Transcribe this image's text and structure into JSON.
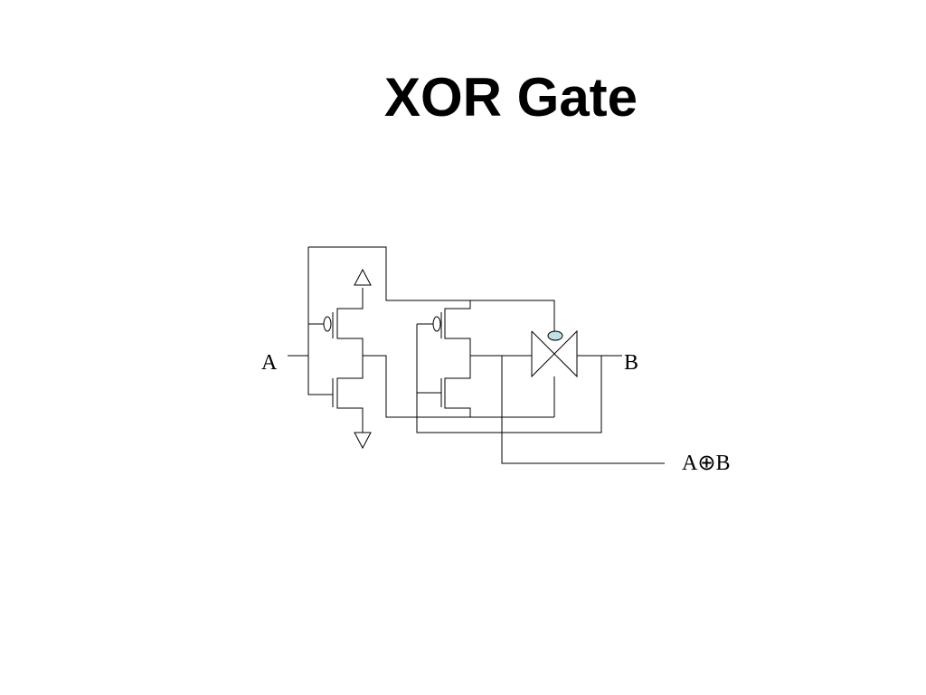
{
  "slide": {
    "title": "XOR Gate"
  },
  "diagram": {
    "input_a_label": "A",
    "input_b_label": "B",
    "output_label": "A⊕B",
    "colors": {
      "wire": "#000000",
      "transmission_gate_bubble": "#bfe3e4"
    }
  }
}
